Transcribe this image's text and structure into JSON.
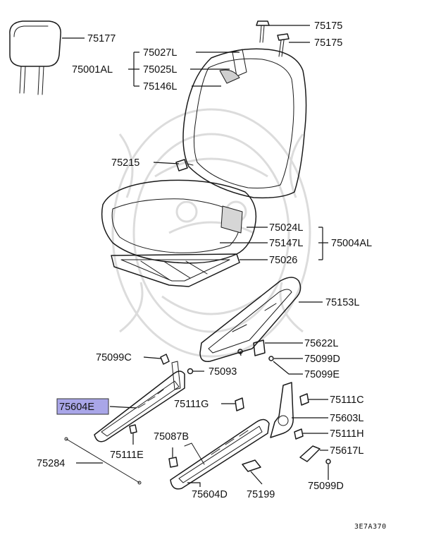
{
  "diagram": {
    "highlight_color": "#a9a6e8",
    "code": "3E7A370",
    "labels": {
      "headrest": "75177",
      "guide_upper": "75175",
      "guide_lower": "75175",
      "cover_back_frame": "75027L",
      "back_assy": "75001AL",
      "back_pad": "75025L",
      "back_cover": "75146L",
      "hook": "75215",
      "cushion_pad": "75024L",
      "cushion_assy": "75004AL",
      "cushion_cover": "75147L",
      "cushion_frame": "75026",
      "shield": "75153L",
      "shield_cap": "75622L",
      "screw_d": "75099D",
      "screw_e": "75099E",
      "bolt_c": "75099C",
      "nut_093": "75093",
      "adjuster_e": "75604E",
      "bolt_111g": "75111G",
      "bolt_111c": "75111C",
      "recliner": "75603L",
      "bolt_111h": "75111H",
      "bolt_111e": "75111E",
      "nut_087b": "75087B",
      "wire": "75284",
      "lever": "75617L",
      "screw_d2": "75099D",
      "adjuster_d": "75604D",
      "cover_199": "75199"
    }
  }
}
